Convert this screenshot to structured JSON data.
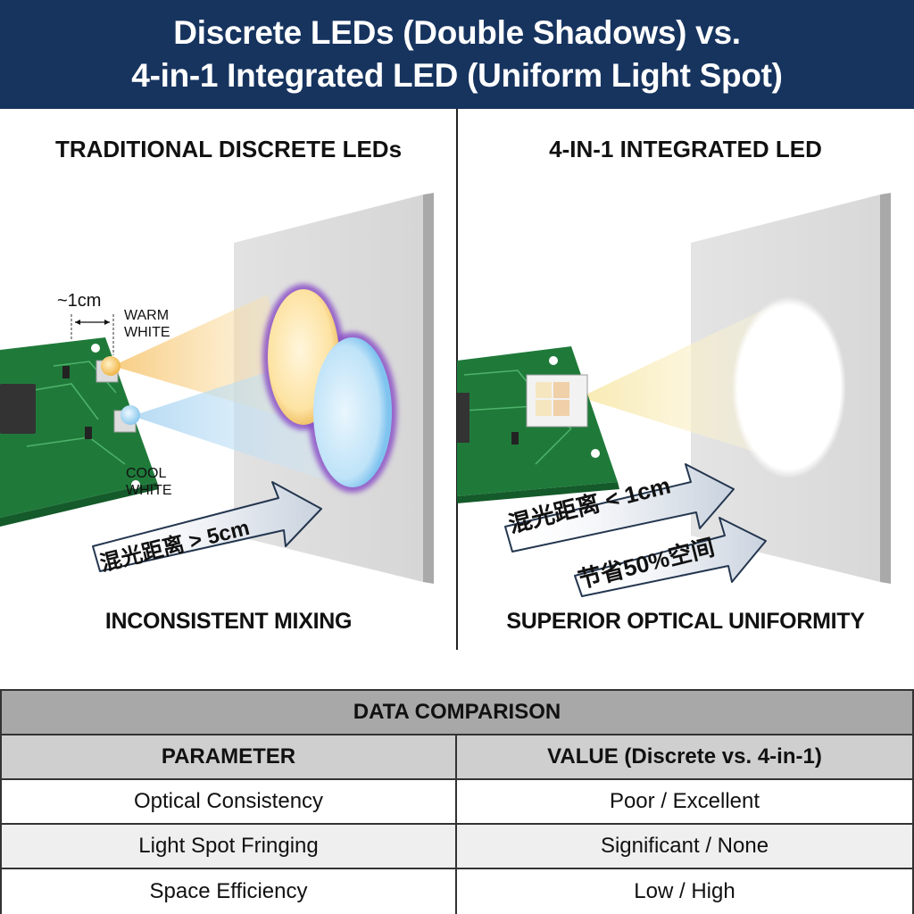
{
  "header": {
    "title_line1": "Discrete LEDs (Double Shadows) vs.",
    "title_line2": "4-in-1 Integrated LED (Uniform Light Spot)",
    "background_color": "#17345f"
  },
  "left_panel": {
    "title": "TRADITIONAL DISCRETE LEDs",
    "spacing_label": "~1cm",
    "warm_label_line1": "WARM",
    "warm_label_line2": "WHITE",
    "cool_label_line1": "COOL",
    "cool_label_line2": "WHITE",
    "arrow_text": "混光距离 > 5cm",
    "caption": "INCONSISTENT MIXING",
    "colors": {
      "warm": "#f6c15a",
      "cool": "#a9d8f5",
      "fringe": "#8a4fc7",
      "pcb": "#1f7a3a"
    }
  },
  "right_panel": {
    "title": "4-IN-1 INTEGRATED LED",
    "arrow_text_1": "混光距离 < 1cm",
    "arrow_text_2": "节省50%空间",
    "caption": "SUPERIOR OPTICAL UNIFORMITY"
  },
  "table": {
    "title": "DATA COMPARISON",
    "headers": [
      "PARAMETER",
      "VALUE (Discrete vs. 4-in-1)"
    ],
    "rows": [
      [
        "Optical Consistency",
        "Poor / Excellent"
      ],
      [
        "Light Spot Fringing",
        "Significant / None"
      ],
      [
        "Space Efficiency",
        "Low / High"
      ]
    ]
  }
}
